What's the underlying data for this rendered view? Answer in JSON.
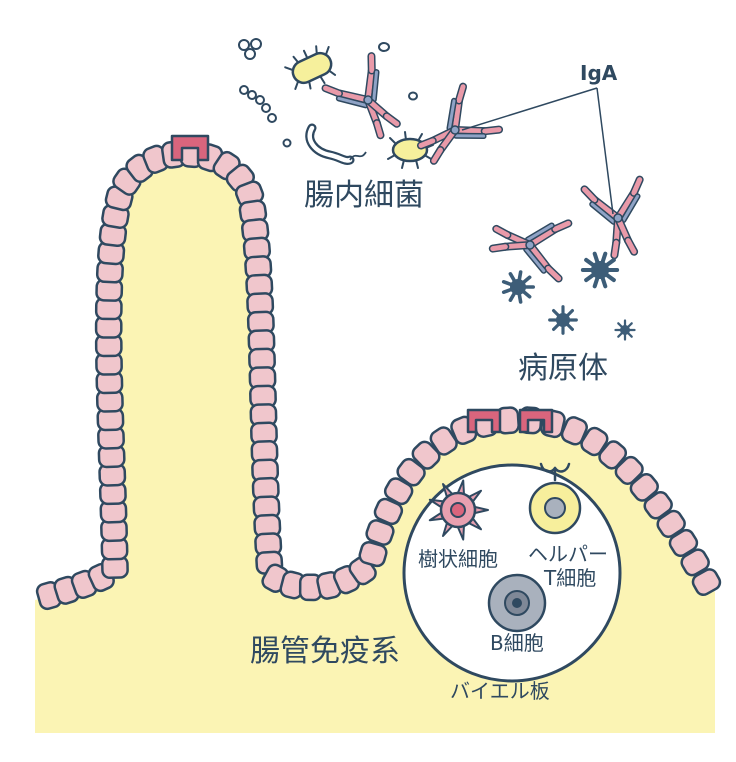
{
  "labels": {
    "bacteria": "腸内細菌",
    "pathogen": "病原体",
    "iga": "IgA",
    "gut_immune": "腸管免疫系",
    "peyer": "バイエル板",
    "dendritic": "樹状細胞",
    "helper_line1": "ヘルパー",
    "helper_line2": "T細胞",
    "bcell": "B細胞"
  },
  "colors": {
    "outline": "#2f4960",
    "tissue": "#fbf4b4",
    "epithelium": "#f0c6cc",
    "m_cell": "#d9657d",
    "antibody_pink": "#e99aa9",
    "antibody_blue": "#8fa3c6",
    "pathogen": "#3d5d78",
    "dendritic_pink": "#e8a0b0",
    "helper_yellow": "#f7ef9c",
    "bcell_gray": "#a9b1bd",
    "bacteria_yellow": "#f6f09c"
  },
  "icons": [
    "bacteria-icon",
    "antibody-icon",
    "pathogen-icon",
    "dendritic-cell-icon",
    "helper-t-cell-icon",
    "b-cell-icon"
  ]
}
